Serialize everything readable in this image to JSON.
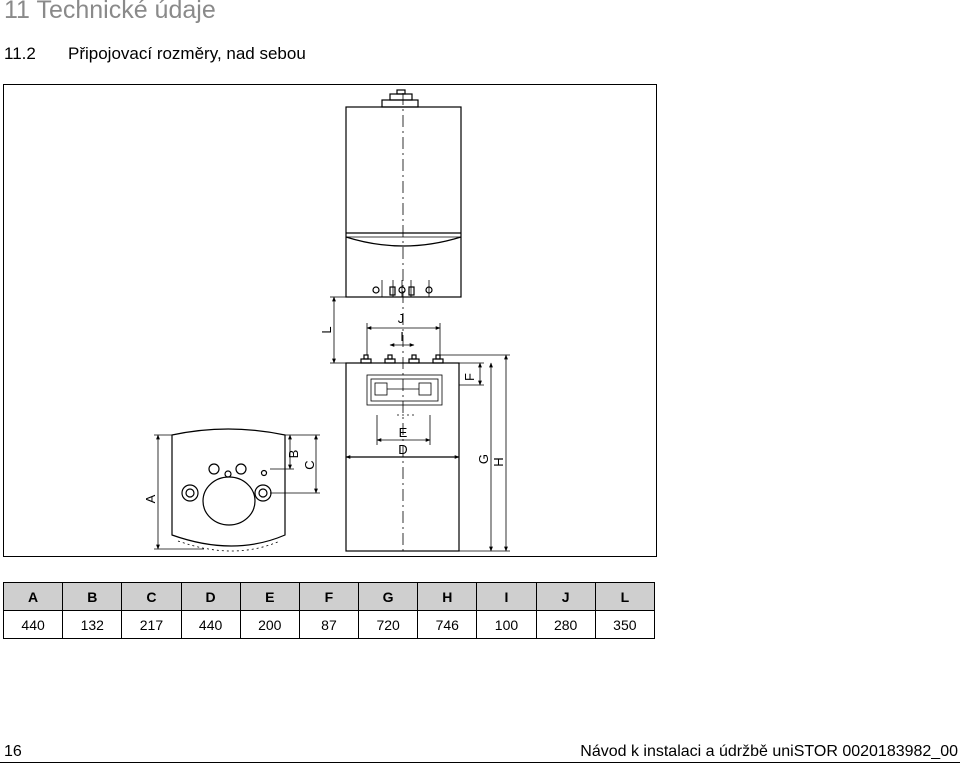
{
  "chapter_title": "11 Technické údaje",
  "section": {
    "number": "11.2",
    "title": "Připojovací rozměry, nad sebou"
  },
  "drawing_labels": {
    "A": "A",
    "B": "B",
    "C": "C",
    "D": "D",
    "E": "E",
    "F": "F",
    "G": "G",
    "H": "H",
    "I": "I",
    "J": "J",
    "L": "L"
  },
  "dimensions_table": {
    "headers": [
      "A",
      "B",
      "C",
      "D",
      "E",
      "F",
      "G",
      "H",
      "I",
      "J",
      "L"
    ],
    "values": [
      "440",
      "132",
      "217",
      "440",
      "200",
      "87",
      "720",
      "746",
      "100",
      "280",
      "350"
    ]
  },
  "footer": {
    "page_number": "16",
    "text": "Návod k instalaci a údržbě uniSTOR 0020183982_00"
  }
}
